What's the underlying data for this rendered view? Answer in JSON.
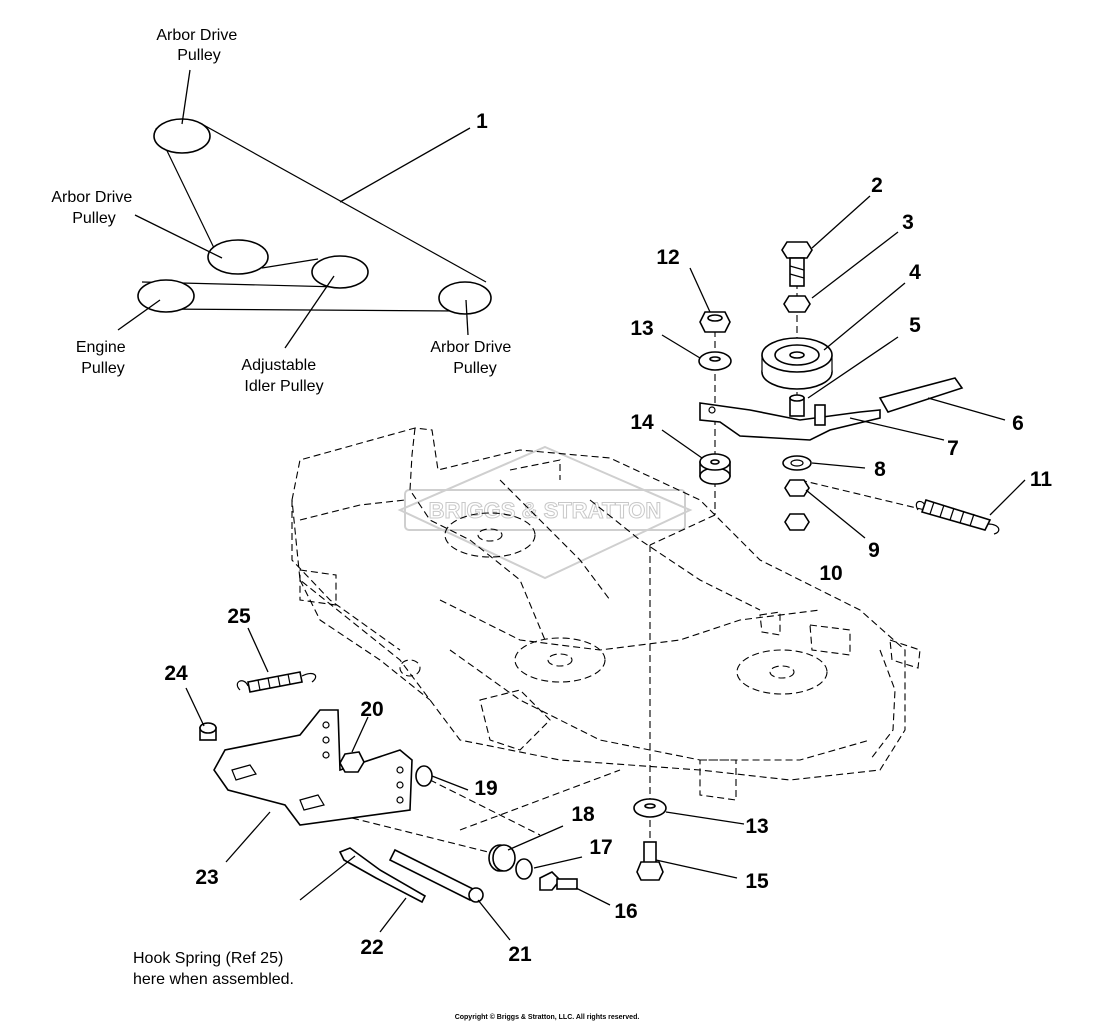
{
  "belt_labels": {
    "arbor_top": [
      "Arbor Drive",
      "Pulley"
    ],
    "arbor_mid": [
      "Arbor Drive",
      "Pulley"
    ],
    "engine": [
      "Engine",
      "Pulley"
    ],
    "idler": [
      "Adjustable",
      "Idler Pulley"
    ],
    "arbor_right": [
      "Arbor Drive",
      "Pulley"
    ]
  },
  "callouts": {
    "c1": "1",
    "c2": "2",
    "c3": "3",
    "c4": "4",
    "c5": "5",
    "c6": "6",
    "c7": "7",
    "c8": "8",
    "c9": "9",
    "c10": "10",
    "c11": "11",
    "c12": "12",
    "c13a": "13",
    "c13b": "13",
    "c14": "14",
    "c15": "15",
    "c16": "16",
    "c17": "17",
    "c18": "18",
    "c19": "19",
    "c20": "20",
    "c21": "21",
    "c22": "22",
    "c23": "23",
    "c24": "24",
    "c25": "25"
  },
  "note": [
    "Hook Spring (Ref 25)",
    "here when assembled."
  ],
  "watermark": "BRIGGS & STRATTON",
  "copyright": "Copyright © Briggs & Stratton, LLC. All rights reserved."
}
